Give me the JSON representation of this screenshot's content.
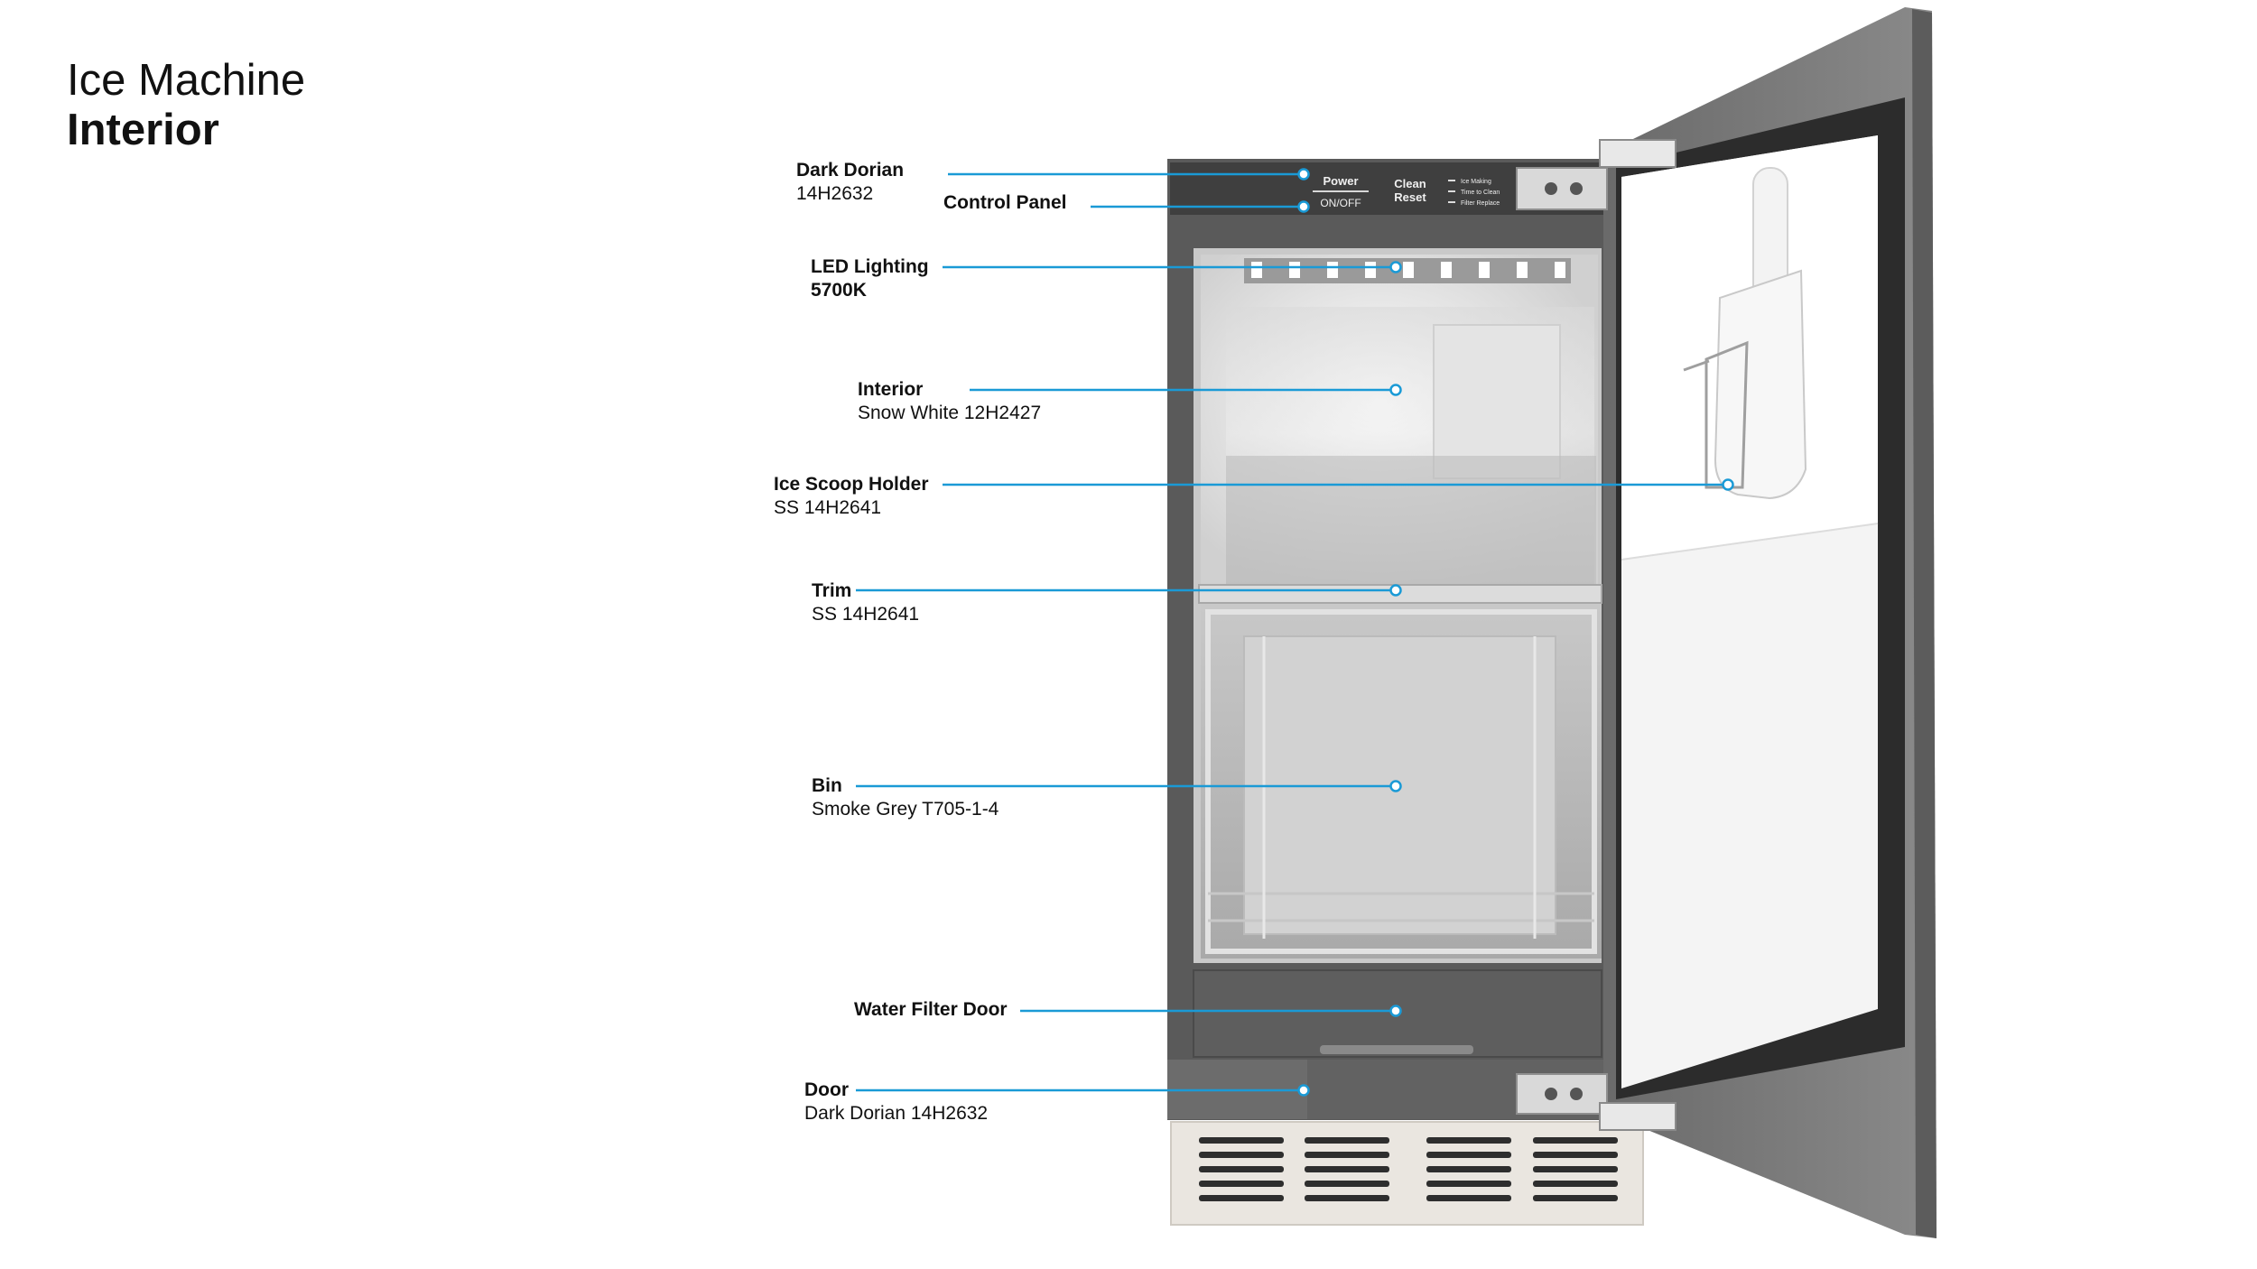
{
  "header": {
    "title_line1": "Ice Machine",
    "title_line2": "Interior"
  },
  "panel": {
    "power": "Power",
    "onoff": "ON/OFF",
    "clean": "Clean",
    "reset": "Reset",
    "indicators": [
      "Ice Making",
      "Time to Clean",
      "Filter Replace"
    ]
  },
  "callouts": [
    {
      "name": "Dark Dorian",
      "sub": "14H2632"
    },
    {
      "name": "Control Panel",
      "sub": ""
    },
    {
      "name": "LED Lighting",
      "sub": "5700K"
    },
    {
      "name": "Interior",
      "sub": "Snow White 12H2427"
    },
    {
      "name": "Ice Scoop Holder",
      "sub": "SS 14H2641"
    },
    {
      "name": "Trim",
      "sub": "SS 14H2641"
    },
    {
      "name": "Bin",
      "sub": "Smoke Grey T705-1-4"
    },
    {
      "name": "Water Filter Door",
      "sub": ""
    },
    {
      "name": "Door",
      "sub": "Dark Dorian 14H2632"
    }
  ],
  "colors": {
    "leader": "#1a9ad6",
    "body": "#5c5c5c",
    "door": "#7a7a7a",
    "interior": "#e9e9e9"
  }
}
